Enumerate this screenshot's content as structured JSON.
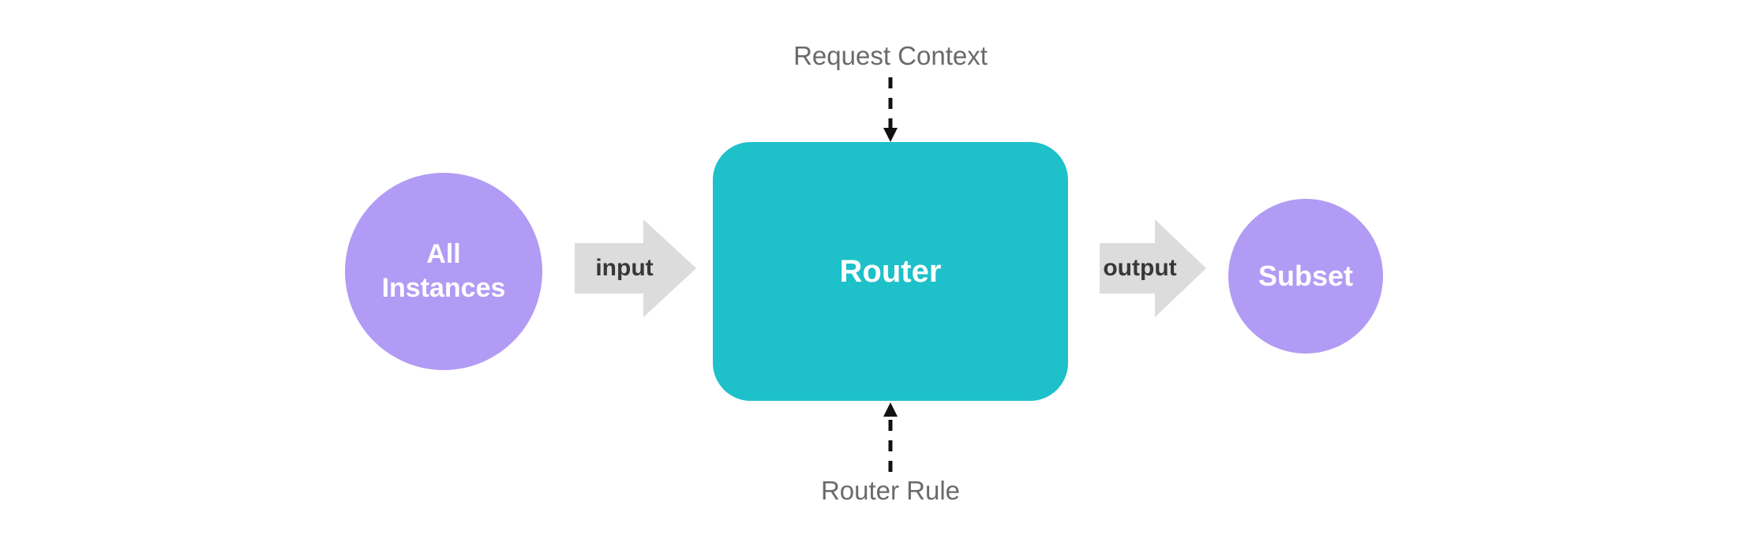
{
  "diagram": {
    "nodes": {
      "all_instances": {
        "lines": [
          "All",
          "Instances"
        ],
        "color": "#B29BF4"
      },
      "router": {
        "label": "Router",
        "color": "#1EC0C9"
      },
      "subset": {
        "label": "Subset",
        "color": "#B29BF4"
      }
    },
    "arrows": {
      "input": {
        "label": "input",
        "fill": "#DCDCDC",
        "text_color": "#383838"
      },
      "output": {
        "label": "output",
        "fill": "#DCDCDC",
        "text_color": "#383838"
      }
    },
    "annotations": {
      "request_context": {
        "label": "Request Context",
        "text_color": "#6a6a6a",
        "arrow_color": "#111111",
        "direction": "down-into-router-top"
      },
      "router_rule": {
        "label": "Router Rule",
        "text_color": "#6a6a6a",
        "arrow_color": "#111111",
        "direction": "up-into-router-bottom"
      }
    },
    "background": "#ffffff"
  }
}
